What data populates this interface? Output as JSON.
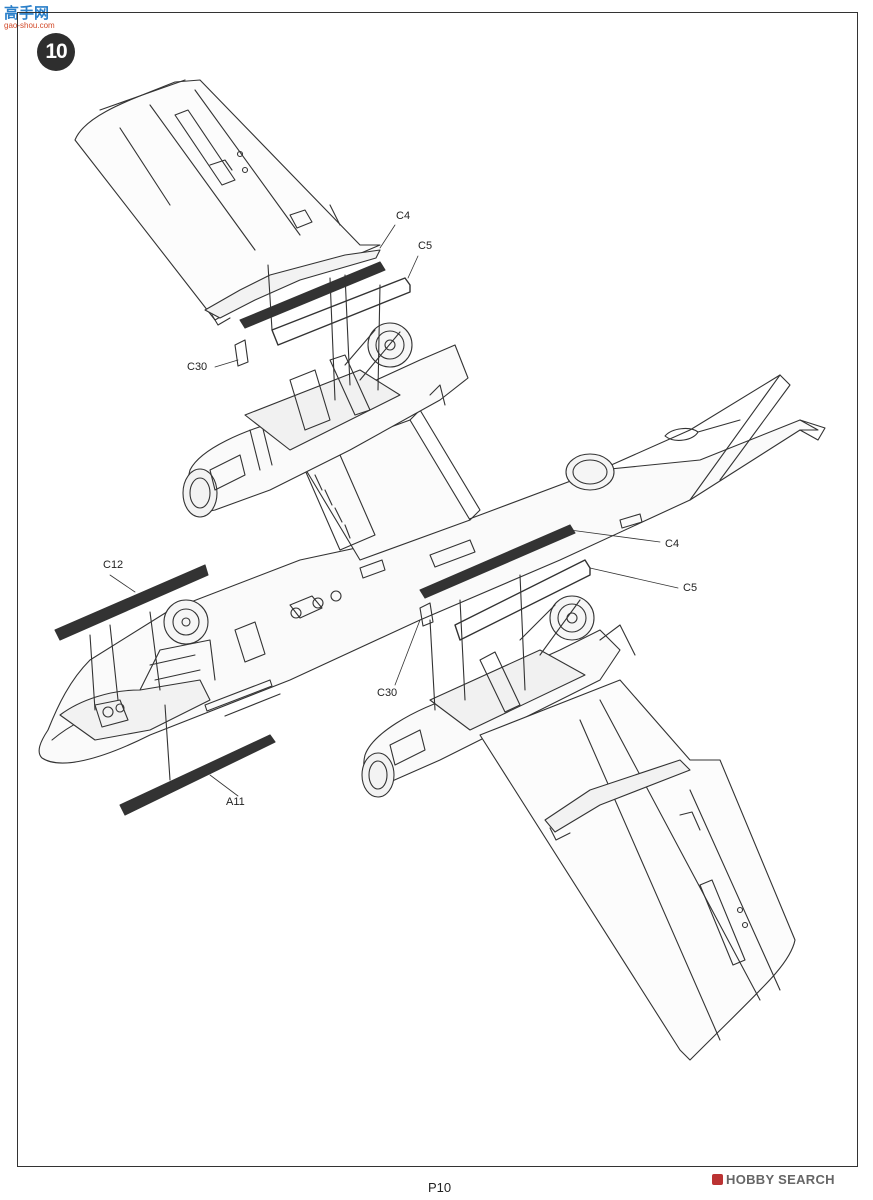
{
  "watermark": {
    "title": "高手网",
    "url": "gao-shou.com"
  },
  "step": {
    "number": "10"
  },
  "callouts": {
    "c4_top": "C4",
    "c5_top": "C5",
    "c30_top": "C30",
    "c4_mid": "C4",
    "c5_mid": "C5",
    "c12": "C12",
    "c30_bottom": "C30",
    "a11": "A11"
  },
  "page": {
    "number": "P10"
  },
  "credit": {
    "brand": "HOBBY SEARCH"
  }
}
